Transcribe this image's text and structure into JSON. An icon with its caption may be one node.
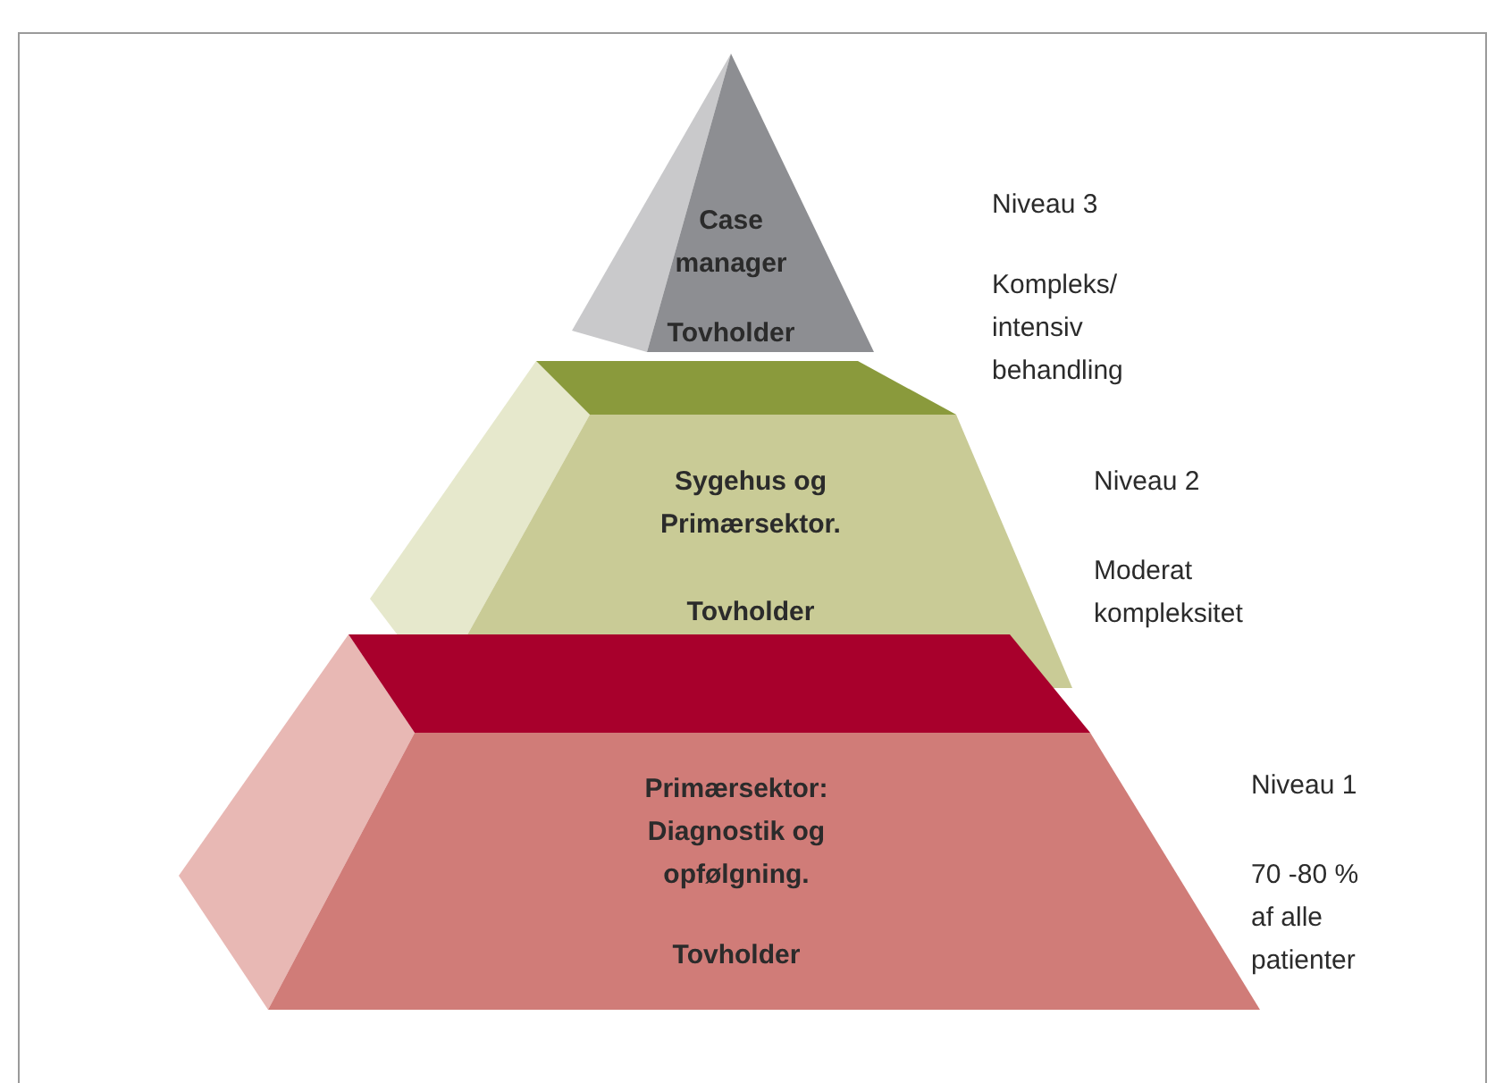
{
  "diagram": {
    "nodes": [
      {
        "text": [
          "Case manager",
          "Tovholder"
        ]
      },
      {
        "text": [
          "Sygehus og Primærsektor.",
          "Tovholder"
        ]
      },
      {
        "text": [
          "Primærsektor: Diagnostik og opfølgning.",
          "Tovholder"
        ]
      }
    ],
    "edges": [],
    "labels": [
      "Niveau 3",
      "Kompleks/ intensiv behandling",
      "Niveau 2",
      "Moderat kompleksitet",
      "Niveau 1",
      "70 -80 % af alle patienter"
    ]
  }
}
